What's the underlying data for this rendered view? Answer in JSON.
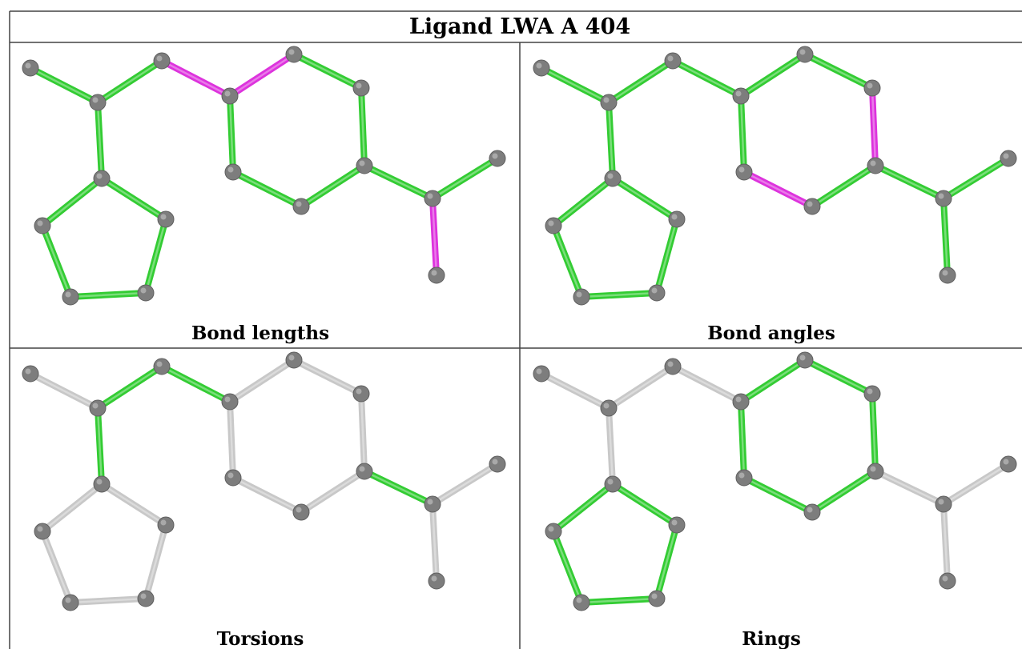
{
  "title": "Ligand LWA A 404",
  "colors": {
    "atom": "#7d7d7d",
    "atom_highlight": "#b4b4b4",
    "bond_default": "#c8c8c8",
    "bond_ok": "#33cc33",
    "bond_outlier": "#dd33dd",
    "border": "#444444"
  },
  "atoms": [
    "A1",
    "A2",
    "A3",
    "A4",
    "A5",
    "A6",
    "A7",
    "A8",
    "A9",
    "A10",
    "A11",
    "A12",
    "A13",
    "A14",
    "A15"
  ],
  "bonds": [
    [
      "A1",
      "A2"
    ],
    [
      "A2",
      "A3"
    ],
    [
      "A3",
      "A4"
    ],
    [
      "A4",
      "A5"
    ],
    [
      "A5",
      "A6"
    ],
    [
      "A6",
      "A7"
    ],
    [
      "A7",
      "A8"
    ],
    [
      "A8",
      "A9"
    ],
    [
      "A9",
      "A4"
    ],
    [
      "A7",
      "A10"
    ],
    [
      "A10",
      "A11"
    ],
    [
      "A10",
      "A12"
    ],
    [
      "A2",
      "A13"
    ],
    [
      "A13",
      "A14"
    ],
    [
      "A14",
      "A15"
    ],
    [
      "A15",
      "A16"
    ],
    [
      "A16",
      "A17"
    ],
    [
      "A17",
      "A13"
    ]
  ],
  "panels": [
    {
      "caption": "Bond lengths",
      "bond_states": [
        "ok",
        "ok",
        "outlier",
        "outlier",
        "ok",
        "ok",
        "ok",
        "ok",
        "ok",
        "ok",
        "ok",
        "outlier",
        "ok",
        "ok",
        "ok",
        "ok",
        "ok",
        "ok"
      ]
    },
    {
      "caption": "Bond angles",
      "bond_states": [
        "ok",
        "ok",
        "ok",
        "ok",
        "ok",
        "outlier",
        "ok",
        "outlier",
        "ok",
        "ok",
        "ok",
        "ok",
        "ok",
        "ok",
        "ok",
        "ok",
        "ok",
        "ok"
      ]
    },
    {
      "caption": "Torsions",
      "bond_states": [
        "default",
        "ok",
        "ok",
        "default",
        "default",
        "default",
        "default",
        "default",
        "default",
        "ok",
        "default",
        "default",
        "ok",
        "default",
        "default",
        "default",
        "default",
        "default"
      ]
    },
    {
      "caption": "Rings",
      "bond_states": [
        "default",
        "default",
        "default",
        "ok",
        "ok",
        "ok",
        "ok",
        "ok",
        "ok",
        "default",
        "default",
        "default",
        "default",
        "ok",
        "ok",
        "ok",
        "ok",
        "ok"
      ]
    }
  ]
}
